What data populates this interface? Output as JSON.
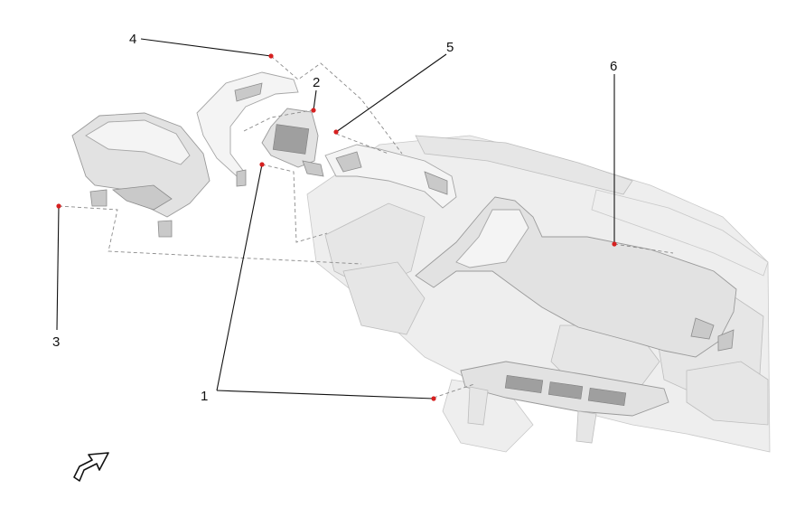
{
  "diagram": {
    "callouts": [
      {
        "id": "1",
        "label": "1"
      },
      {
        "id": "2",
        "label": "2"
      },
      {
        "id": "3",
        "label": "3"
      },
      {
        "id": "4",
        "label": "4"
      },
      {
        "id": "5",
        "label": "5"
      },
      {
        "id": "6",
        "label": "6"
      }
    ],
    "colors": {
      "leader": "#111111",
      "fastener_dot": "#d62020",
      "ghost_assembly": "#eeeeee",
      "part_surface": "#e2e2e2"
    },
    "icons": {
      "view_direction": "view-direction-arrow-icon"
    }
  }
}
